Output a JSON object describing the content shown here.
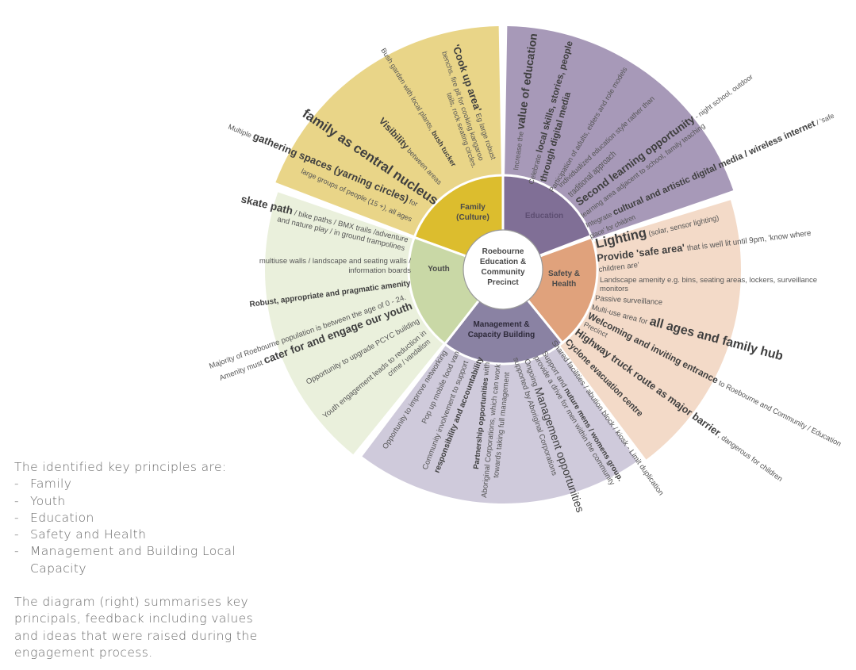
{
  "colors": {
    "family_outer": "#e9d588",
    "family_inner": "#dcbd2e",
    "education_outer": "#a799b8",
    "education_inner": "#806f96",
    "safety_outer": "#f3dac8",
    "safety_inner": "#e0a27c",
    "management_outer": "#cfcadb",
    "management_inner": "#8a82a3",
    "youth_outer": "#eaf0dc",
    "youth_inner": "#c9d8a6"
  },
  "center": {
    "lines": [
      "Roebourne",
      "Education &",
      "Community",
      "Precinct"
    ]
  },
  "sectors": {
    "family": {
      "label": [
        "Family",
        "(Culture)"
      ]
    },
    "education": {
      "label": [
        "Education"
      ]
    },
    "safety": {
      "label": [
        "Safety &",
        "Health"
      ]
    },
    "management": {
      "label": [
        "Management &",
        "Capacity Building"
      ]
    },
    "youth": {
      "label": [
        "Youth"
      ]
    }
  },
  "notes": {
    "family": [
      [
        [
          "'Cook up area'",
          2
        ],
        [
          " Eg large robust",
          0
        ]
      ],
      [
        [
          "benchs, fire pit for cooking kangaroo",
          0
        ]
      ],
      [
        [
          "tails, rock seating circles.",
          0
        ]
      ],
      [
        [
          "Bush garden with local plants, ",
          0
        ],
        [
          "bush tucker",
          1
        ]
      ],
      [
        [
          "Visibility",
          2
        ],
        [
          " between areas",
          0
        ]
      ],
      [
        [
          "family as central nucleus",
          2
        ]
      ],
      [
        [
          "Multiple ",
          0
        ],
        [
          "gathering spaces (yarning circles)",
          2
        ],
        [
          " for",
          0
        ]
      ],
      [
        [
          "large groups of people (15 +), all ages",
          0
        ]
      ]
    ],
    "education": [
      [
        [
          "Increase the ",
          0
        ],
        [
          "value of education",
          2
        ]
      ],
      [
        [
          "Celebrate ",
          0
        ],
        [
          "local skills, stories, people",
          2
        ]
      ],
      [
        [
          "through digital media",
          2
        ]
      ],
      [
        [
          "Participation of adults, elders and role models",
          0
        ]
      ],
      [
        [
          "Individualized education style rather than",
          0
        ]
      ],
      [
        [
          "traditional approach",
          0
        ]
      ],
      [
        [
          "Second learning opportunity",
          2
        ],
        [
          " - night school, outdoor",
          0
        ]
      ],
      [
        [
          "learning area adjacent to school,  family teaching",
          0
        ]
      ],
      [
        [
          "Integrate ",
          0
        ],
        [
          "cultural and artistic digital media / wireless internet",
          2
        ],
        [
          " / 'safe",
          0
        ]
      ],
      [
        [
          "place' for children",
          0
        ]
      ]
    ],
    "safety": [
      [
        [
          "Lighting",
          2
        ],
        [
          " (solar, sensor lighting)",
          0
        ]
      ],
      [
        [
          "Provide 'safe area'",
          2
        ],
        [
          " that is well lit until 9pm, 'know where",
          0
        ]
      ],
      [
        [
          "children are'",
          0
        ]
      ],
      [
        [
          "Landscape amenity e.g. bins, seating areas, lockers, surveillance",
          0
        ]
      ],
      [
        [
          "monitors",
          0
        ]
      ],
      [
        [
          "Passive surveillance",
          0
        ]
      ],
      [
        [
          "Multi-use area for ",
          0
        ],
        [
          "all ages and family hub",
          2
        ]
      ],
      [
        [
          "Welcoming and inviting entrance",
          2
        ],
        [
          " to Roebourne and Community / Education",
          0
        ]
      ],
      [
        [
          "Precinct",
          0
        ]
      ],
      [
        [
          "Highway truck route as major barrier",
          2
        ],
        [
          ", dangerous for children",
          0
        ]
      ],
      [
        [
          "Cyclone evacuation centre",
          2
        ]
      ]
    ],
    "management": [
      [
        [
          "Opportunity to improve networking",
          0
        ]
      ],
      [
        [
          "Pop up mobile food van",
          0
        ]
      ],
      [
        [
          "Community involvement to support",
          0
        ]
      ],
      [
        [
          "responsibility and accountability",
          1
        ]
      ],
      [
        [
          "Partnership opportunities",
          1
        ],
        [
          " with",
          0
        ]
      ],
      [
        [
          "Aboriginal Corporations, which can work",
          0
        ]
      ],
      [
        [
          "towards taking full management",
          0
        ]
      ],
      [
        [
          "supported by Aboriginal Corporations",
          0
        ]
      ],
      [
        [
          "Ongoing ",
          0
        ],
        [
          "Management opportunities",
          3
        ]
      ],
      [
        [
          "Support and ",
          0
        ],
        [
          "nuture mens / womens group.",
          1
        ]
      ],
      [
        [
          "provide a drive for men within the community",
          0
        ]
      ],
      [
        [
          "Shared facilities / abution block / kiosk - Limit duplication",
          0
        ]
      ]
    ],
    "youth": [
      [
        [
          "skate path",
          2
        ],
        [
          " / bike paths / BMX trails /adventure",
          0
        ]
      ],
      [
        [
          "and nature play / in ground trampolines",
          0
        ]
      ],
      [
        [
          "multiuse walls / landscape and seating walls /",
          0
        ]
      ],
      [
        [
          "information boards",
          0
        ]
      ],
      [
        [
          "Robust, appropriate and pragmatic amenity",
          1
        ]
      ],
      [
        [
          "Majority of Roebourne population is between the age of 0 - 24.",
          0
        ]
      ],
      [
        [
          "Amenity must ",
          0
        ],
        [
          "cater for and engage our youth",
          2
        ]
      ],
      [
        [
          "Opportunity to upgrade PCYC building",
          0
        ]
      ],
      [
        [
          "Youth engagement leads to reduction in",
          0
        ]
      ],
      [
        [
          "crime / vandalism",
          0
        ]
      ]
    ]
  },
  "sidebar": {
    "intro": "The identified key principles are:",
    "bullet_mark": "-",
    "principles": [
      "Family",
      "Youth",
      "Education",
      "Safety and Health",
      "Management and Building Local",
      "Capacity"
    ],
    "summary": [
      "The diagram (right) summarises key",
      "principals, feedback including values",
      "and ideas that were raised during the",
      "engagement process."
    ]
  }
}
